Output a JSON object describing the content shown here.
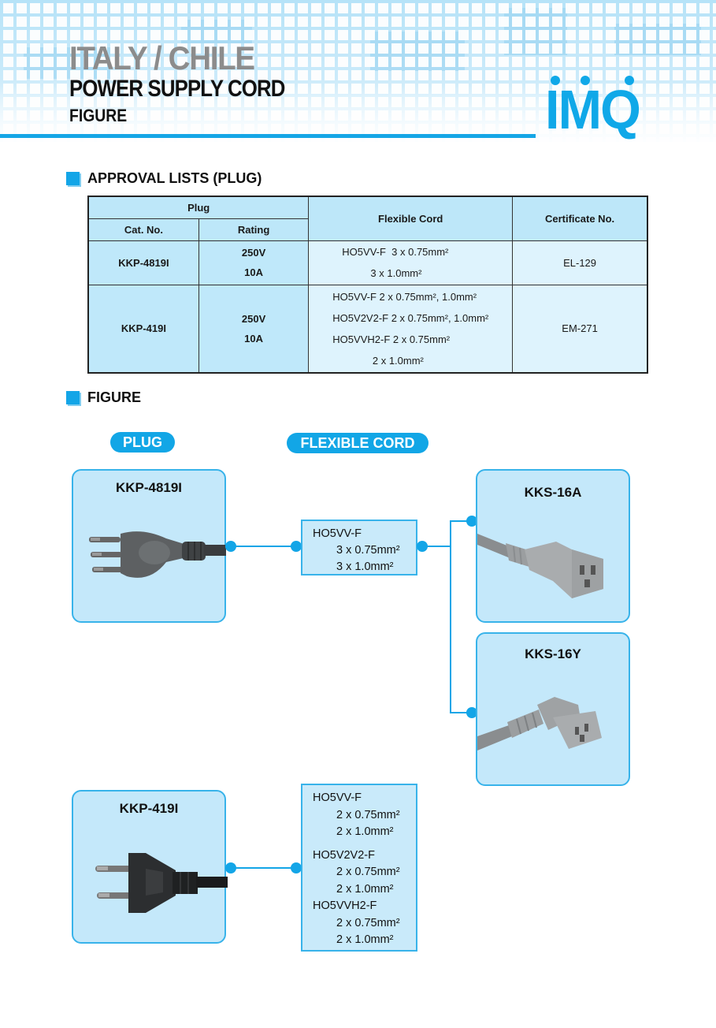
{
  "header": {
    "country": "ITALY / CHILE",
    "title": "POWER SUPPLY CORD",
    "subtitle": "FIGURE",
    "logo": "IMQ"
  },
  "colors": {
    "accent": "#13a5e7",
    "box_fill": "#c4e8fa",
    "table_header": "#bde7f9",
    "table_body": "#def3fd"
  },
  "approval": {
    "section_title": "APPROVAL LISTS (PLUG)",
    "headers": {
      "plug": "Plug",
      "cat_no": "Cat. No.",
      "rating": "Rating",
      "flexible_cord": "Flexible Cord",
      "certificate": "Certificate No."
    },
    "rows": [
      {
        "cat_no": "KKP-4819I",
        "rating": [
          "250V",
          "10A"
        ],
        "cords": [
          "HO5VV-F  3 x 0.75mm²",
          "          3 x 1.0mm²"
        ],
        "certificate": "EL-129"
      },
      {
        "cat_no": "KKP-419I",
        "rating": [
          "250V",
          "10A"
        ],
        "cords": [
          "HO5VV-F 2 x 0.75mm², 1.0mm²",
          "HO5V2V2-F 2 x 0.75mm², 1.0mm²",
          "HO5VVH2-F 2 x 0.75mm²",
          "              2 x 1.0mm²"
        ],
        "certificate": "EM-271"
      }
    ]
  },
  "figure": {
    "section_title": "FIGURE",
    "pill_plug": "PLUG",
    "pill_cord": "FLEXIBLE CORD",
    "plugs": [
      {
        "name": "KKP-4819I",
        "icon": "italian-3-pin-plug-icon"
      },
      {
        "name": "KKP-419I",
        "icon": "2-pin-europlug-icon"
      }
    ],
    "connectors": [
      {
        "name": "KKS-16A",
        "icon": "straight-iec-c13-connector-icon"
      },
      {
        "name": "KKS-16Y",
        "icon": "angled-iec-c13-connector-icon"
      }
    ],
    "cord_box_1": [
      "HO5VV-F",
      "3 x 0.75mm²",
      "3 x 1.0mm²"
    ],
    "cord_box_2": {
      "groups": [
        {
          "type": "HO5VV-F",
          "sizes": [
            "2 x 0.75mm²",
            "2 x 1.0mm²"
          ]
        },
        {
          "type": "HO5V2V2-F",
          "sizes": [
            "2 x 0.75mm²",
            "2 x 1.0mm²"
          ]
        },
        {
          "type": "HO5VVH2-F",
          "sizes": [
            "2 x 0.75mm²",
            "2 x 1.0mm²"
          ]
        }
      ]
    }
  }
}
